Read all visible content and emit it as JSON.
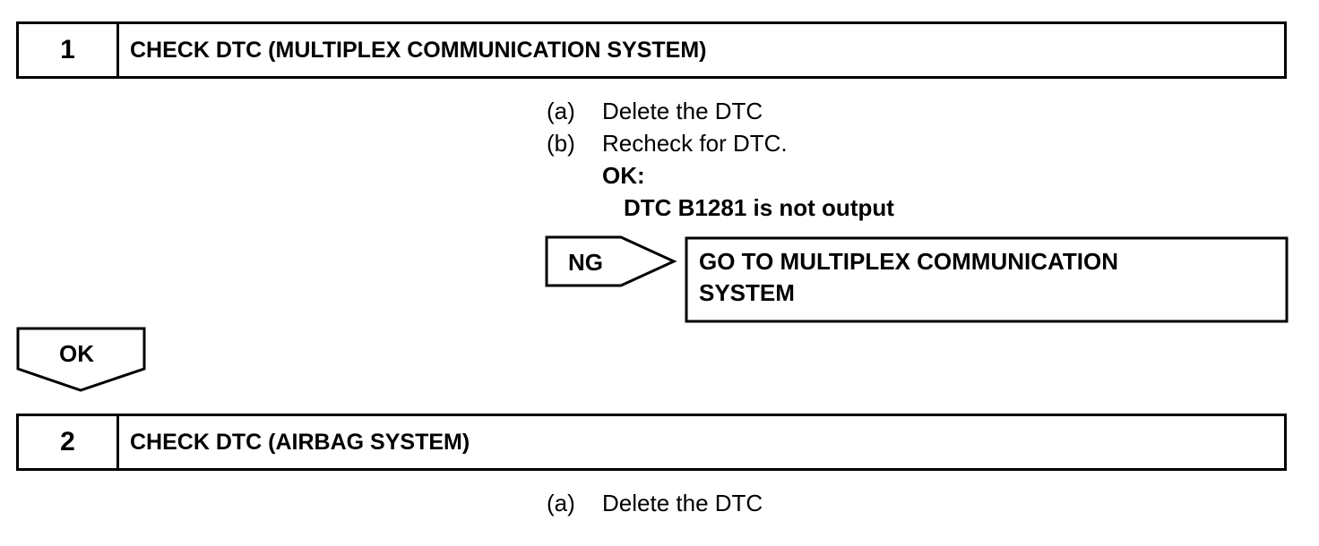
{
  "step1": {
    "number": "1",
    "title": "CHECK DTC (MULTIPLEX COMMUNICATION SYSTEM)",
    "items": [
      {
        "label": "(a)",
        "text": "Delete the DTC"
      },
      {
        "label": "(b)",
        "text": "Recheck for DTC."
      }
    ],
    "ok_heading": "OK:",
    "ok_condition": "DTC B1281 is not output",
    "ng_label": "NG",
    "ng_action_line1": "GO TO MULTIPLEX COMMUNICATION",
    "ng_action_line2": "SYSTEM"
  },
  "ok_arrow_label": "OK",
  "step2": {
    "number": "2",
    "title": "CHECK DTC (AIRBAG SYSTEM)",
    "items": [
      {
        "label": "(a)",
        "text": "Delete the DTC"
      }
    ]
  }
}
